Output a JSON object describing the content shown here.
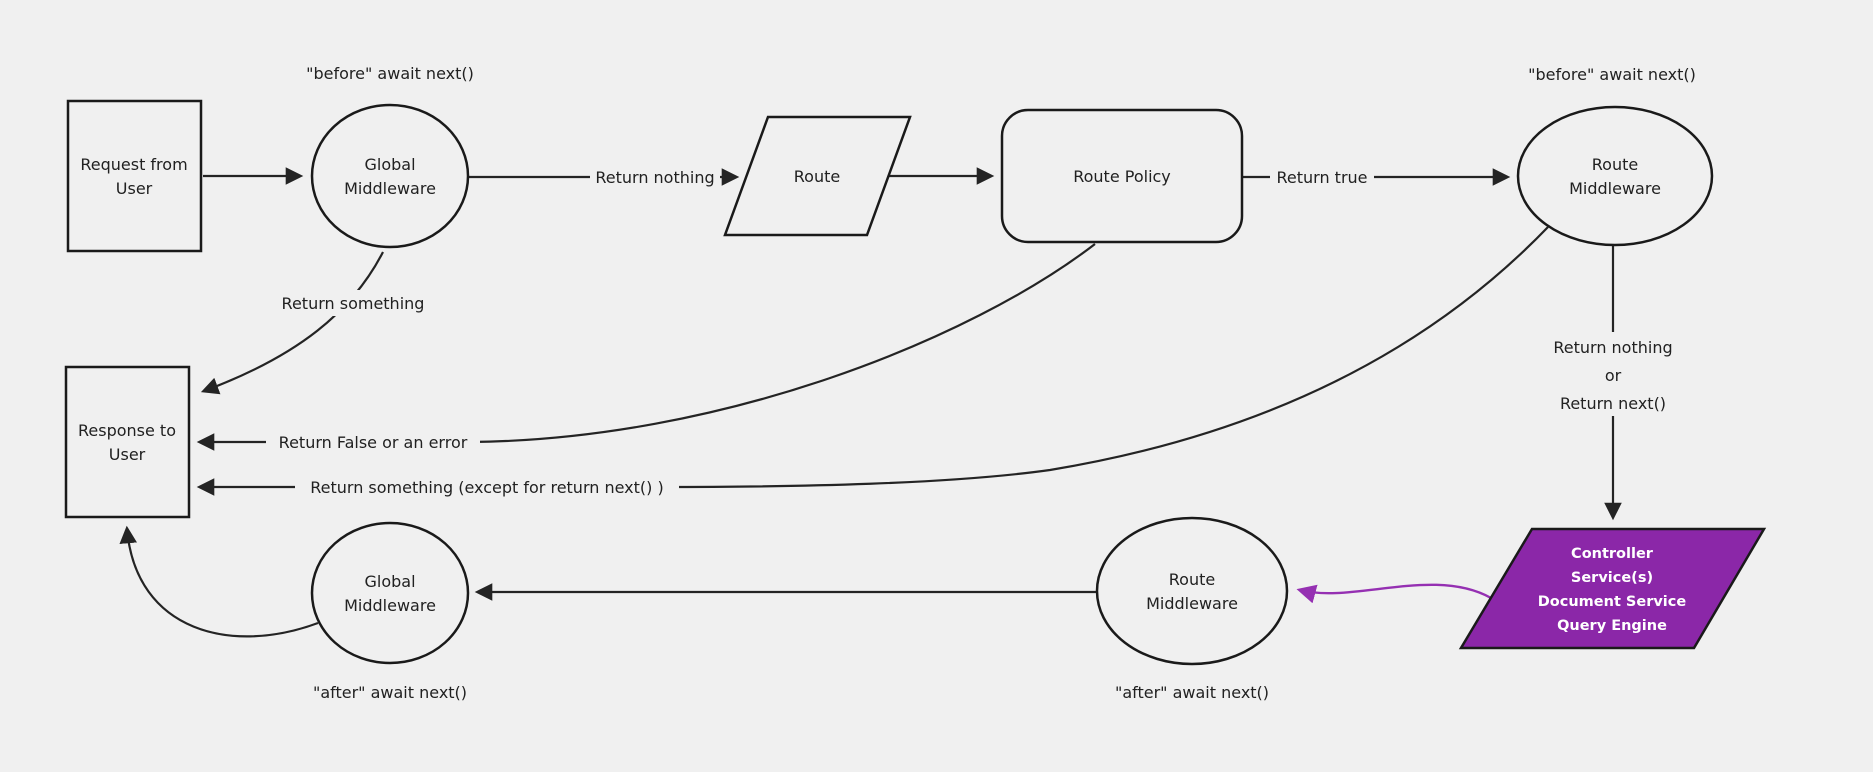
{
  "diagram": {
    "type": "flowchart",
    "colors": {
      "background": "#f0f0f0",
      "shape_stroke": "#1a1a1a",
      "edge_stroke": "#242424",
      "text": "#212121",
      "controller_fill": "#8b27a8",
      "controller_text": "#ffffff",
      "purple_arrow": "#9530b2"
    },
    "nodes": {
      "request": {
        "shape": "rectangle",
        "lines": [
          "Request from",
          "User"
        ]
      },
      "global_mw_top": {
        "shape": "ellipse",
        "lines": [
          "Global",
          "Middleware"
        ]
      },
      "route": {
        "shape": "parallelogram",
        "label": "Route"
      },
      "route_policy": {
        "shape": "rounded-rectangle",
        "label": "Route Policy"
      },
      "route_mw_top": {
        "shape": "ellipse",
        "lines": [
          "Route",
          "Middleware"
        ]
      },
      "response": {
        "shape": "rectangle",
        "lines": [
          "Response to",
          "User"
        ]
      },
      "global_mw_bottom": {
        "shape": "ellipse",
        "lines": [
          "Global",
          "Middleware"
        ]
      },
      "route_mw_bottom": {
        "shape": "ellipse",
        "lines": [
          "Route",
          "Middleware"
        ]
      },
      "controller": {
        "shape": "parallelogram",
        "lines": [
          "Controller",
          "Service(s)",
          "Document Service",
          "Query Engine"
        ]
      }
    },
    "annotations": {
      "before_await_global": "\"before\" await next()",
      "before_await_route": "\"before\" await next()",
      "after_await_global": "\"after\" await next()",
      "after_await_route": "\"after\" await next()"
    },
    "edge_labels": {
      "return_nothing": "Return nothing",
      "return_true": "Return true",
      "return_something": "Return something",
      "return_false_or_error": "Return False or an error",
      "return_something_except": "Return something (except for return next() )",
      "return_nothing_or_line1": "Return nothing",
      "return_nothing_or_line2": "or",
      "return_nothing_or_line3": "Return next()"
    }
  }
}
